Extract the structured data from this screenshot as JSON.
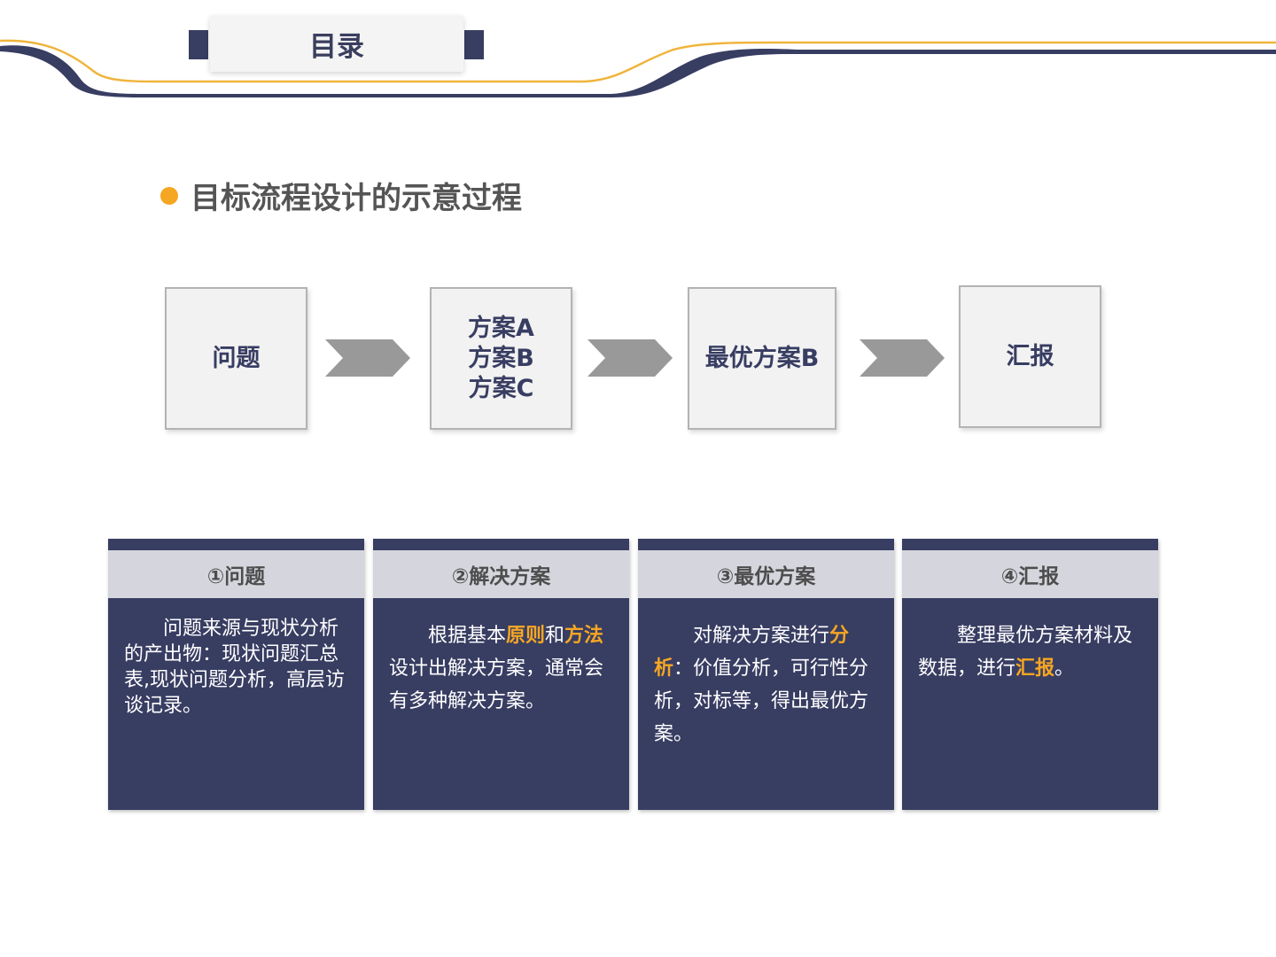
{
  "header": {
    "title": "目录"
  },
  "section": {
    "heading": "目标流程设计的示意过程"
  },
  "colors": {
    "navy": "#383d62",
    "orange": "#f5a623",
    "gold_line": "#f0b43c",
    "box_bg": "#f2f2f2"
  },
  "flow": {
    "steps": [
      {
        "lines": [
          "问题"
        ]
      },
      {
        "lines": [
          "方案A",
          "方案B",
          "方案C"
        ]
      },
      {
        "lines": [
          "最优方案B"
        ]
      },
      {
        "lines": [
          "汇报"
        ]
      }
    ],
    "arrow_icon": "chevron-right-icon"
  },
  "cards": [
    {
      "title": "①问题",
      "body": [
        "问题来源与现状分析的产出物：现状问题汇总表,现状问题分析，高层访谈记录。"
      ]
    },
    {
      "title": "②解决方案",
      "body": [
        "根据基本",
        "原则",
        "和",
        "方法",
        "设计出解决方案，通常会有多种解决方案。"
      ]
    },
    {
      "title": "③最优方案",
      "body": [
        "对解决方案进行",
        "分析",
        "：价值分析，可行性分析，对标等，得出最优方案。"
      ]
    },
    {
      "title": "④汇报",
      "body": [
        "整理最优方案材料及数据，进行",
        "汇报",
        "。"
      ]
    }
  ]
}
